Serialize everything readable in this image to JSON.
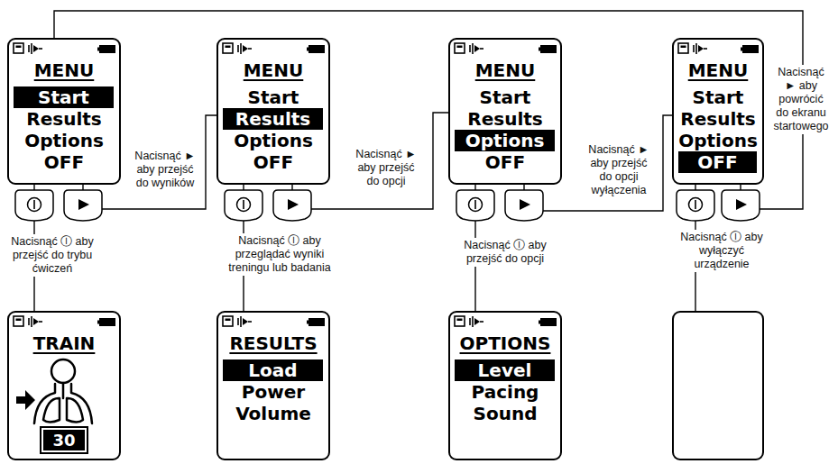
{
  "diagram": {
    "nodes": [
      {
        "text": [
          "MENU",
          "Results",
          "Options",
          "OFF"
        ]
      },
      {
        "text": [
          "Start"
        ],
        "in": 0
      },
      {
        "text": [
          "MENU",
          "Start",
          "Options",
          "OFF"
        ]
      },
      {
        "text": [
          "Results"
        ],
        "in": 2
      },
      {
        "text": [
          "MENU",
          "Start",
          "Results",
          "OFF"
        ]
      },
      {
        "text": [
          "Options"
        ],
        "in": 4
      },
      {
        "text": [
          "MENU",
          "Start",
          "Results",
          "Options"
        ]
      },
      {
        "text": [
          "OFF"
        ],
        "in": 6
      },
      {
        "text": [
          "TRAIN"
        ]
      },
      {
        "text": [
          "30"
        ],
        "in": 8
      },
      {
        "text": [
          "RESULTS",
          "Power",
          "Volume"
        ]
      },
      {
        "text": [
          "Load"
        ],
        "in": 10
      },
      {
        "text": [
          "OPTIONS",
          "Pacing",
          "Sound"
        ]
      },
      {
        "text": [
          "Level"
        ],
        "in": 12
      },
      {
        "text": []
      }
    ],
    "edges": [
      {
        "from": 0,
        "to": 2,
        "label": "Nacisnąć ► aby przejść do wyników",
        "arrow": "none"
      },
      {
        "from": 2,
        "to": 4,
        "label": "Nacisnąć ► aby przejść do opcji",
        "arrow": "none"
      },
      {
        "from": 4,
        "to": 6,
        "label": "Nacisnąć ► aby przejść do opcji wyłączenia",
        "arrow": "none"
      },
      {
        "from": 6,
        "to": 0,
        "label": "Nacisnąć ► aby powrócić do ekranu startowego",
        "arrow": "none"
      },
      {
        "from": 0,
        "to": 8,
        "label": "Nacisnąć Ⓘ aby przejść do trybu ćwiczeń",
        "arrow": "none"
      },
      {
        "from": 2,
        "to": 10,
        "label": "Nacisnąć Ⓘ aby przeglądać wyniki treningu lub badania",
        "arrow": "none"
      },
      {
        "from": 4,
        "to": 12,
        "label": "Nacisnąć Ⓘ aby przejść do opcji",
        "arrow": "none"
      },
      {
        "from": 6,
        "to": 14,
        "label": "Nacisnąć Ⓘ aby wyłączyć urządzenie",
        "arrow": "none"
      }
    ]
  }
}
